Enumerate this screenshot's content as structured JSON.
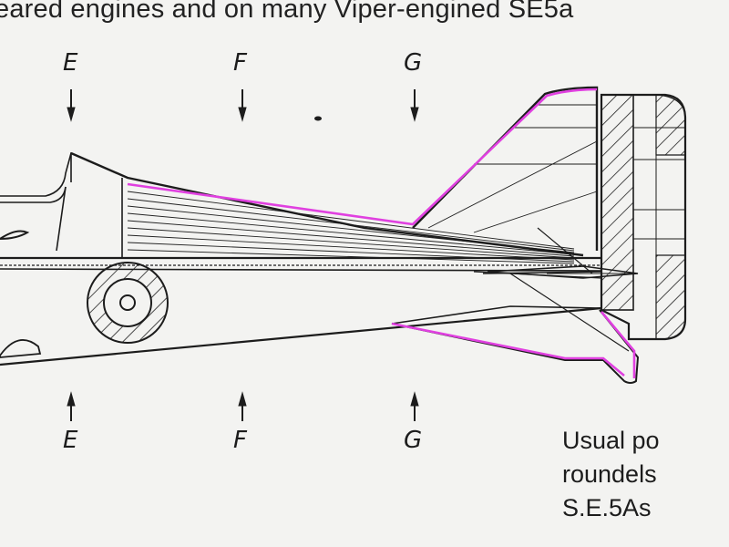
{
  "header_text": "eared engines and on many Viper-engined SE5a",
  "section_labels": {
    "top": [
      "E",
      "F",
      "G"
    ],
    "bottom": [
      "E",
      "F",
      "G"
    ]
  },
  "note_lines": [
    "Usual po",
    "roundels",
    "S.E.5As"
  ],
  "colors": {
    "ink": "#1c1c1c",
    "paper": "#f3f3f1",
    "highlight": "#e040e0"
  }
}
